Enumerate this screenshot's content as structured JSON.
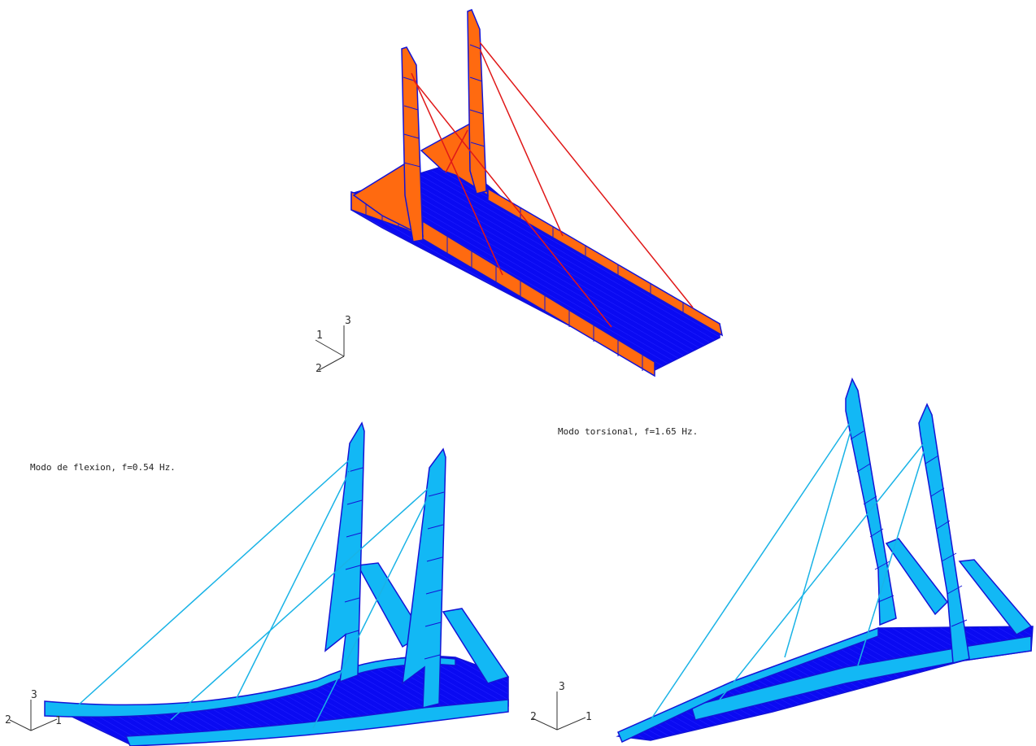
{
  "labels": {
    "flexion": "Modo de flexion, f=0.54 Hz.",
    "torsional": "Modo torsional, f=1.65 Hz."
  },
  "axes": {
    "top": {
      "a": "1",
      "b": "2",
      "c": "3"
    },
    "bottom_left": {
      "a": "1",
      "b": "2",
      "c": "3"
    },
    "bottom_right": {
      "a": "1",
      "b": "2",
      "c": "3"
    }
  },
  "colors": {
    "outline": "#1414d6",
    "deck_fill": "#0a0af2",
    "undeformed_fill": "#ff6a10",
    "mode_fill": "#12b8f5",
    "cable_undeformed": "#e01818",
    "cable_mode": "#19b3e6"
  }
}
